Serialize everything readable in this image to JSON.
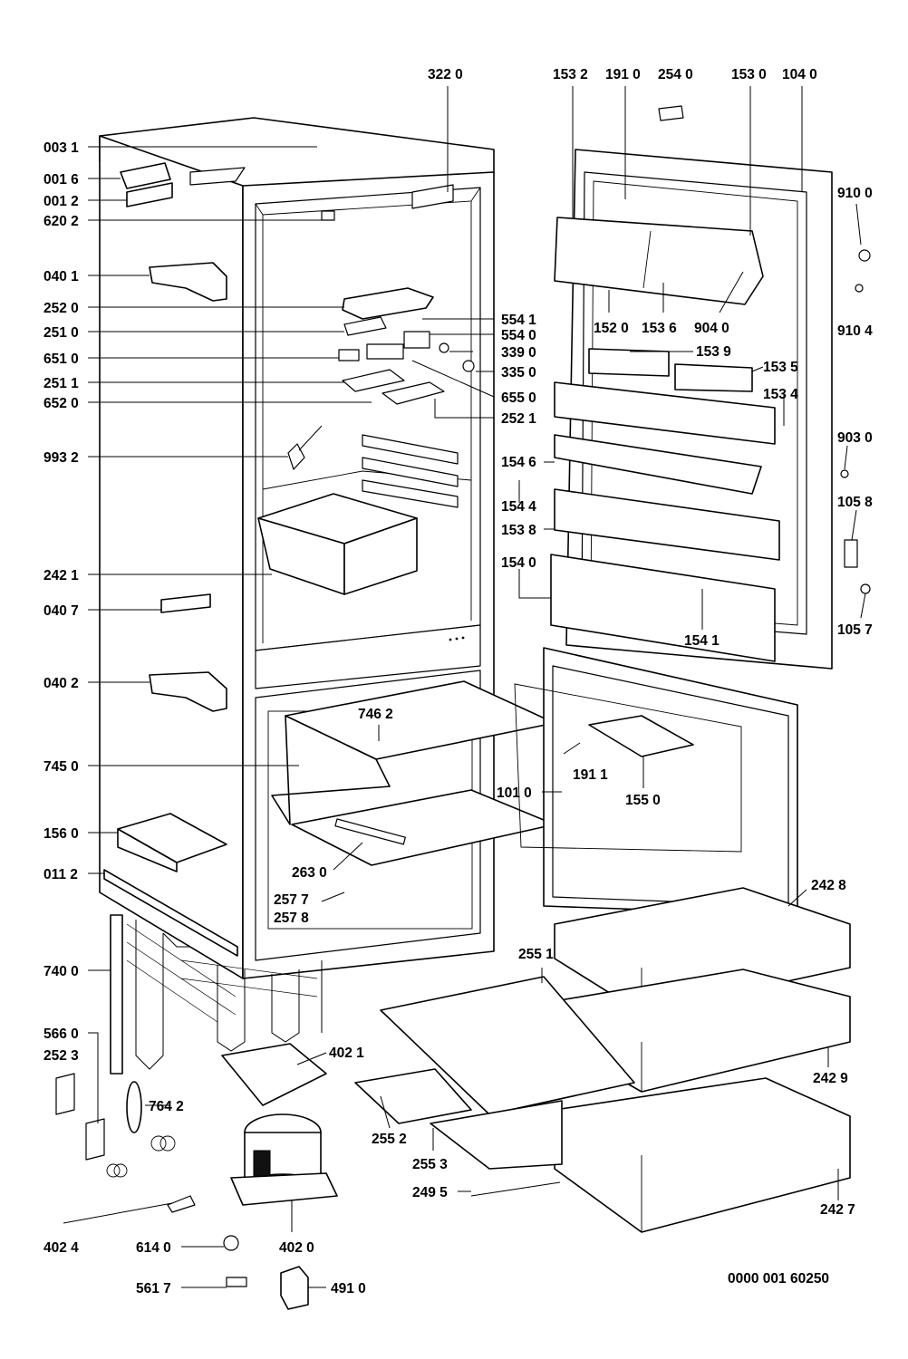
{
  "figure_ref": "0000 001 60250",
  "labels": {
    "l0031": "003 1",
    "l0016": "001 6",
    "l0012": "001 2",
    "l6202": "620 2",
    "l0401": "040 1",
    "l2520": "252 0",
    "l2510": "251 0",
    "l6510": "651 0",
    "l2511": "251 1",
    "l6520": "652 0",
    "l9932": "993 2",
    "l2421": "242 1",
    "l0407": "040 7",
    "l0402": "040 2",
    "l7450": "745 0",
    "l1560": "156 0",
    "l0112": "011 2",
    "l7400": "740 0",
    "l5660": "566 0",
    "l2523": "252 3",
    "l4024": "402 4",
    "l6140": "614 0",
    "l5617": "561 7",
    "l4910": "491 0",
    "l4020": "402 0",
    "l7642": "764 2",
    "l4021": "402 1",
    "l2552": "255 2",
    "l2553": "255 3",
    "l2495": "249 5",
    "l2551": "255 1",
    "l2630": "263 0",
    "l2577": "257 7",
    "l2578": "257 8",
    "l7462": "746 2",
    "l3220": "322 0",
    "l5541": "554 1",
    "l5540": "554 0",
    "l3390": "339 0",
    "l3350": "335 0",
    "l6550": "655 0",
    "l2521": "252 1",
    "l1532": "153 2",
    "l1910": "191 0",
    "l2540": "254 0",
    "l1530": "153 0",
    "l1040": "104 0",
    "l9100": "910 0",
    "l9104": "910 4",
    "l1520": "152 0",
    "l1536": "153 6",
    "l9040": "904 0",
    "l1539": "153 9",
    "l1535": "153 5",
    "l1534": "153 4",
    "l1546": "154 6",
    "l1544": "154 4",
    "l1538": "153 8",
    "l9030": "903 0",
    "l1058": "105 8",
    "l1540": "154 0",
    "l1541": "154 1",
    "l1057": "105 7",
    "l1911": "191 1",
    "l1010": "101 0",
    "l1550": "155 0",
    "l2428": "242 8",
    "l2429": "242 9",
    "l2427": "242 7"
  }
}
